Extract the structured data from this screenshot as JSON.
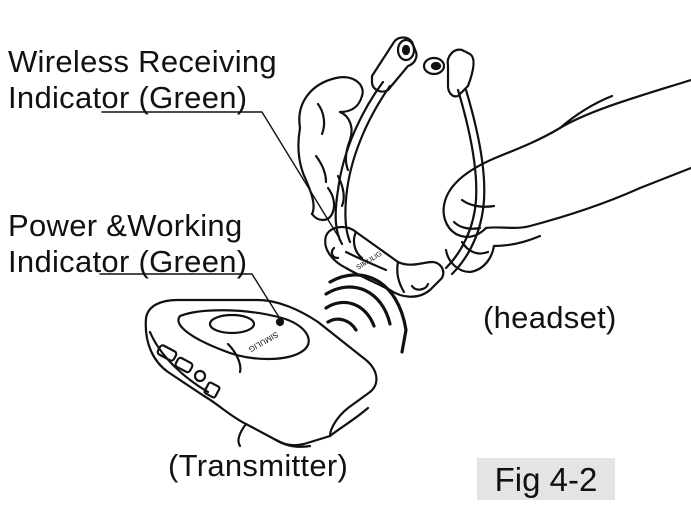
{
  "labels": {
    "wireless_line1": "Wireless Receiving",
    "wireless_line2": "Indicator (Green)",
    "power_line1": "Power &Working",
    "power_line2": "Indicator (Green)",
    "headset": "(headset)",
    "transmitter": "(Transmitter)",
    "figure": "Fig 4-2"
  },
  "device_marks": {
    "headset_brand": "SIMULIG",
    "transmitter_brand": "SIMULIG"
  },
  "colors": {
    "line": "#111111",
    "fig_label_bg": "#e4e4e4"
  }
}
